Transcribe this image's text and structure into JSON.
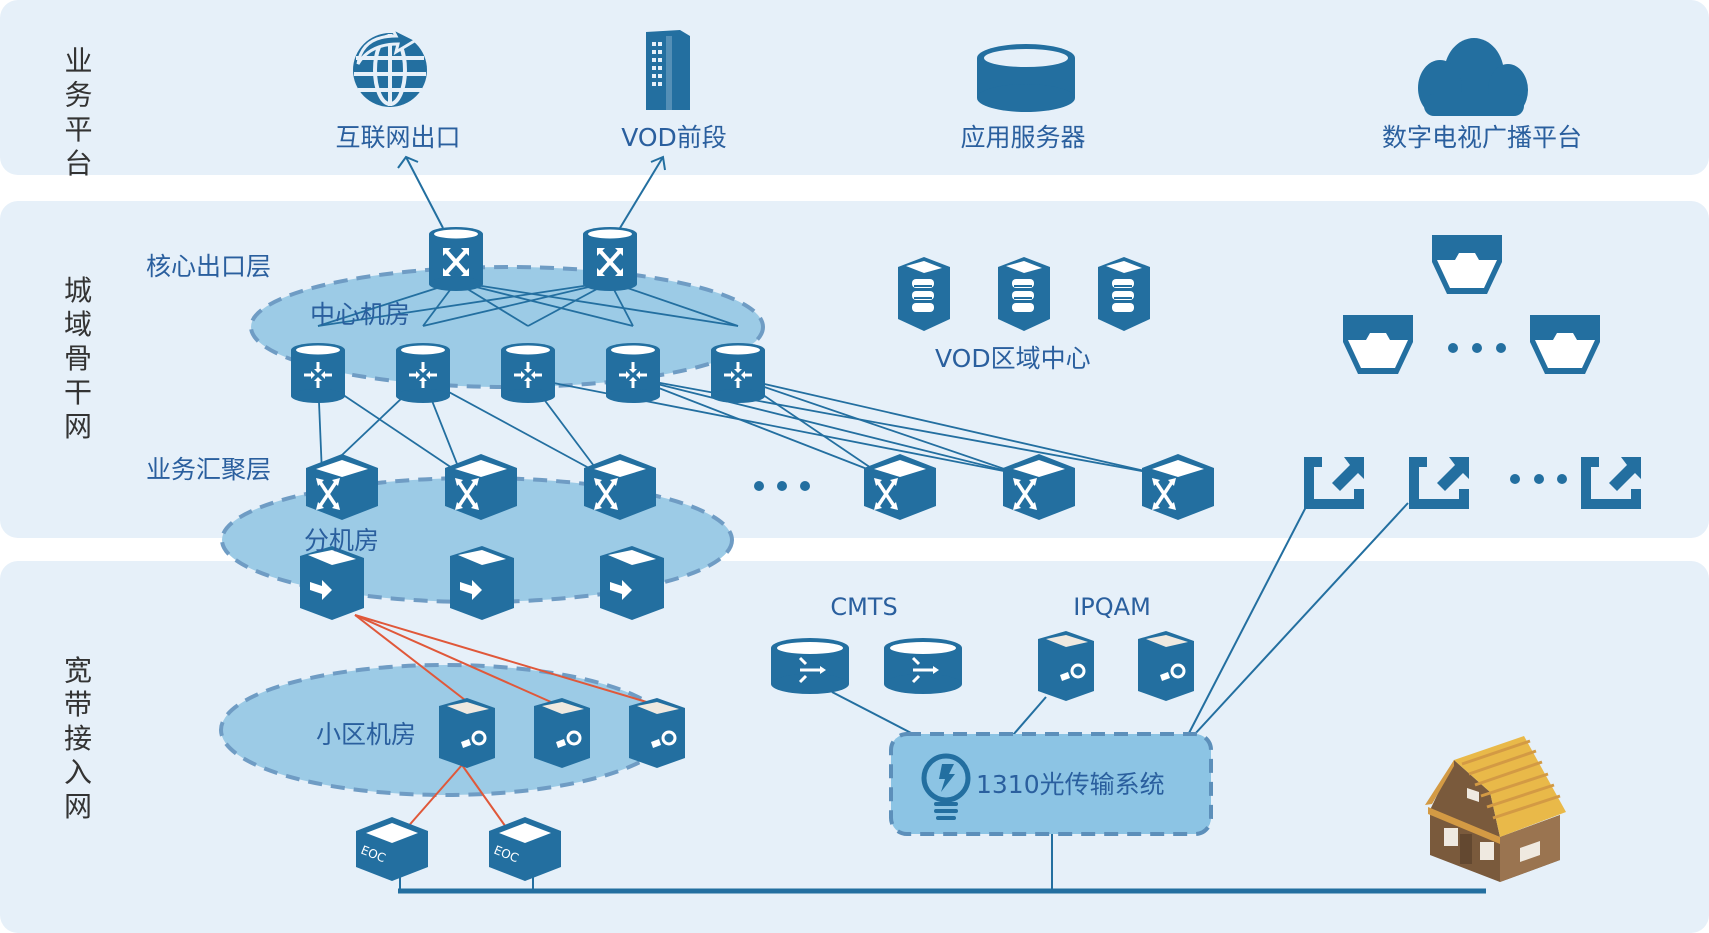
{
  "colors": {
    "panel_bg": "#e6f0f9",
    "device": "#236fa0",
    "cluster_fill": "#9ccbe6",
    "cluster_stroke": "#6f9cc4",
    "red_link": "#e0583a",
    "label_blue": "#2a5f9e",
    "layer_text": "#333333",
    "roof": "#e9b949",
    "wall": "#7a5a3c"
  },
  "layers": [
    {
      "name": "业务平台"
    },
    {
      "name": "城域骨干网"
    },
    {
      "name": "宽带接入网"
    }
  ],
  "service_platform": {
    "items": [
      {
        "label": "互联网出口",
        "icon": "globe-icon"
      },
      {
        "label": "VOD前段",
        "icon": "building-icon"
      },
      {
        "label": "应用服务器",
        "icon": "database-icon"
      },
      {
        "label": "数字电视广播平台",
        "icon": "cloud-icon"
      }
    ]
  },
  "backbone": {
    "core_label": "核心出口层",
    "center_room_label": "中心机房",
    "aggregation_label": "业务汇聚层",
    "vod_region_label": "VOD区域中心",
    "ellipsis": "• • •"
  },
  "access": {
    "branch_room_label": "分机房",
    "community_room_label": "小区机房",
    "cmts_label": "CMTS",
    "ipqam_label": "IPQAM",
    "optical_system_label": "1310光传输系统",
    "eoc_label": "EOC"
  }
}
